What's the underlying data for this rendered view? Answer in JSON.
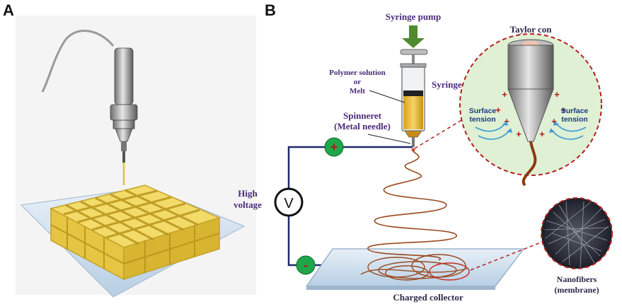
{
  "panels": {
    "a": "A",
    "b": "B"
  },
  "labels": {
    "syringe_pump": "Syringe pump",
    "polymer_line1": "Polymer solution",
    "polymer_line2": "or",
    "polymer_line3": "Melt",
    "syringe": "Syringe",
    "spinneret_line1": "Spinneret",
    "spinneret_line2": "(Metal needle)",
    "high_line1": "High",
    "high_line2": "voltage",
    "voltmeter_symbol": "V",
    "plus_symbol": "+",
    "minus_symbol": "-",
    "charged_collector": "Charged collector",
    "taylor_cone": "Taylor con",
    "surface_left_line1": "Surface",
    "surface_left_line2": "tension",
    "surface_right_line1": "Surface",
    "surface_right_line2": "tension",
    "nanofibers_line1": "Nanofibers",
    "nanofibers_line2": "(membrane)"
  },
  "colors": {
    "wire": "#1e2a6e",
    "fiber": "#9a4a1e",
    "electrode_green": "#1fa64a",
    "arrow_green": "#4f8a2e",
    "dashed_red": "#b52020",
    "scaffold": "#e3c33a",
    "collector_plate": "#cfe0f0",
    "taylor_bg": "#dff0d4",
    "text_purple": "#4a2a7a"
  }
}
